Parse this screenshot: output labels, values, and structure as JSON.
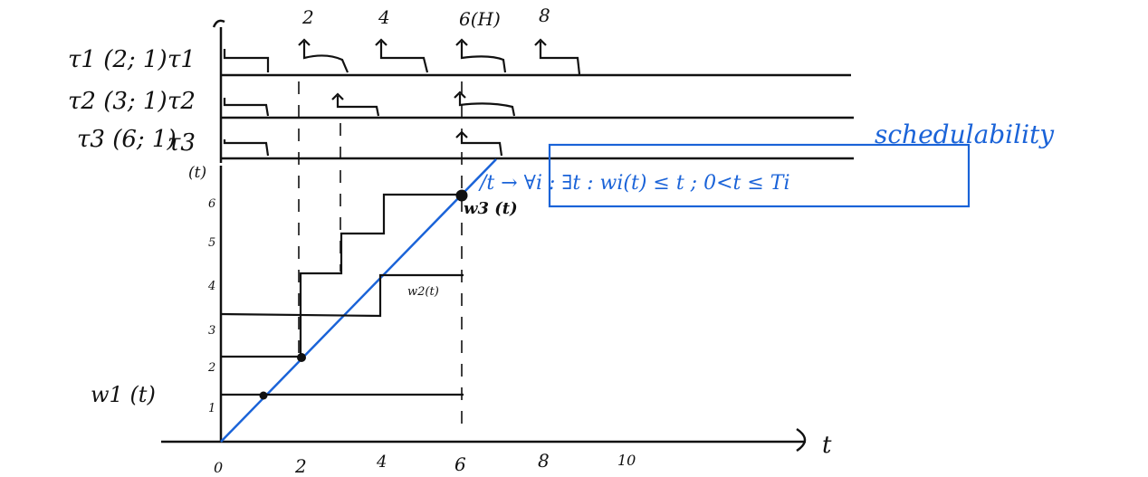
{
  "tasks": [
    {
      "label": "τ1 (2; 1)",
      "short": "τ1"
    },
    {
      "label": "τ2 (3; 1)",
      "short": "τ2"
    },
    {
      "label": "τ3 (6; 1)",
      "short": "τ3"
    }
  ],
  "timeline_ticks": [
    "2",
    "4",
    "6(H)",
    "8"
  ],
  "y_axis_label": "(t)",
  "y_ticks": [
    "1",
    "2",
    "3",
    "4",
    "5",
    "6"
  ],
  "x_ticks": [
    "0",
    "2",
    "4",
    "6",
    "8",
    "10"
  ],
  "x_axis_label": "t",
  "curve_labels": {
    "w1": "w1 (t)",
    "w2": "w2(t)",
    "w3": "w3 (t)"
  },
  "condition": "/t → ∀i : ∃t : wi(t) ≤ t ; 0<t ≤ Ti",
  "verdict": "schedulability",
  "colors": {
    "ink": "#111111",
    "blue": "#1a63d8"
  }
}
